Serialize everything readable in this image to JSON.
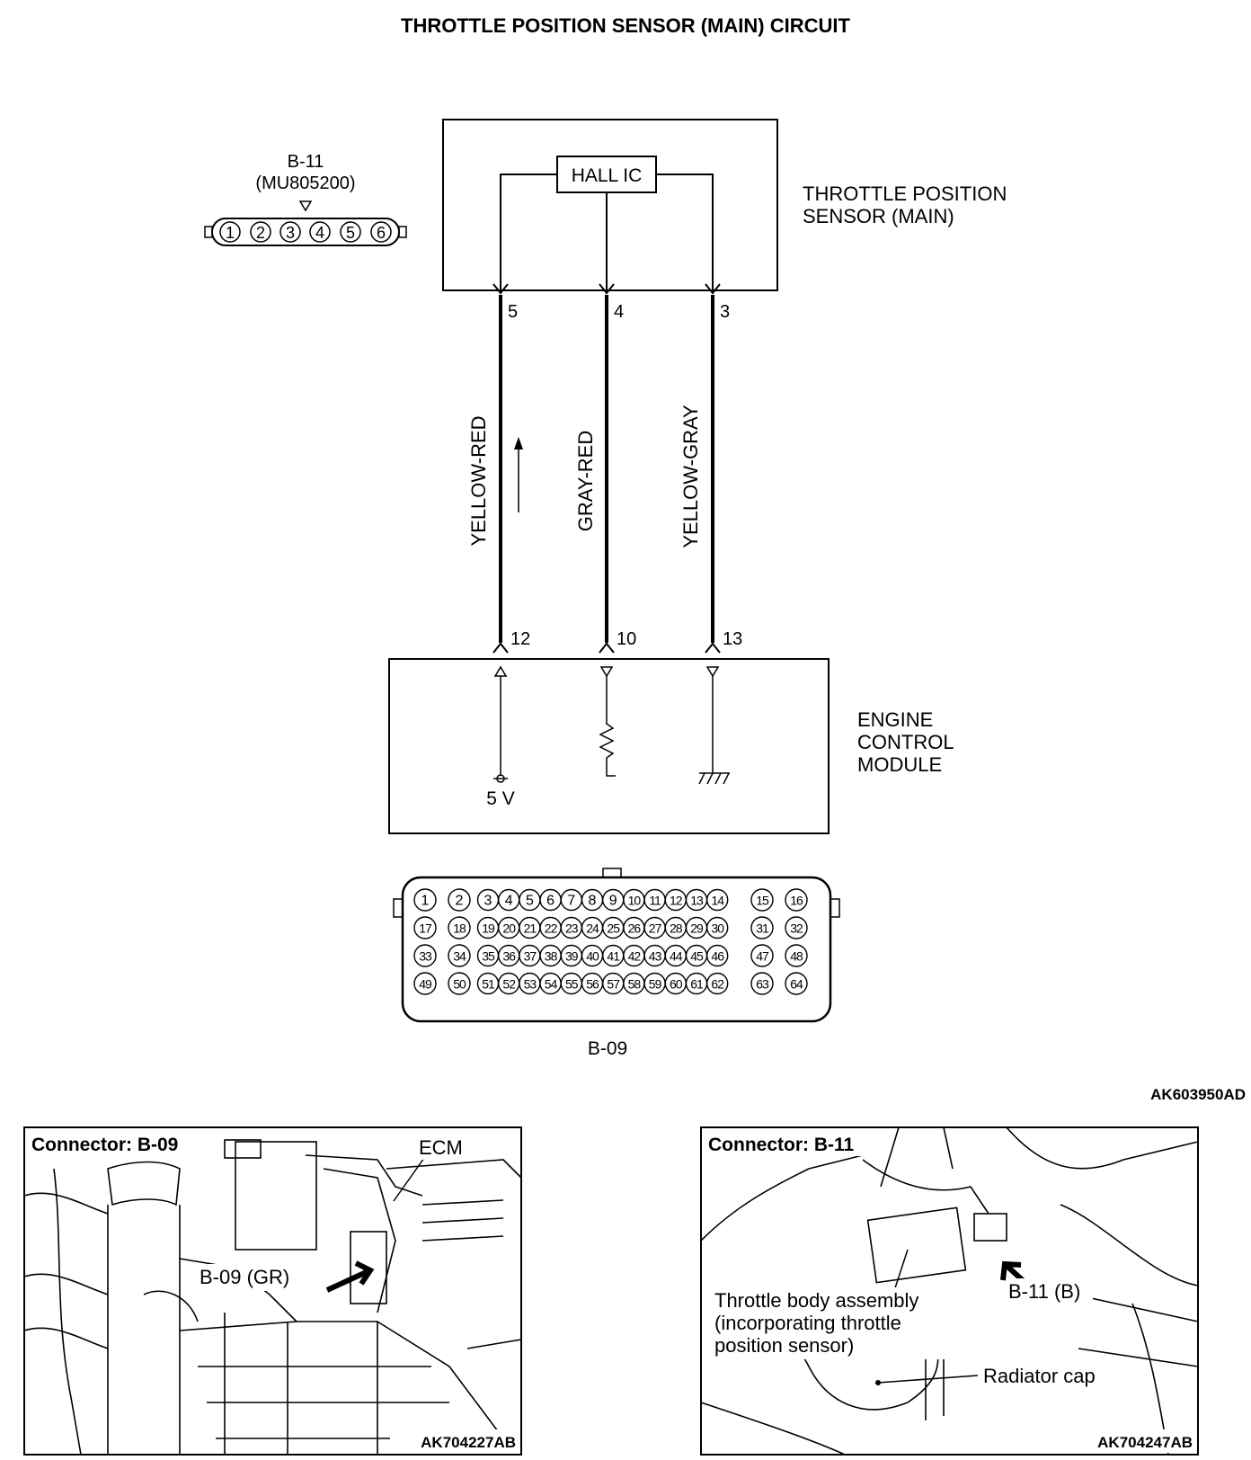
{
  "title": "THROTTLE POSITION SENSOR (MAIN) CIRCUIT",
  "b11_connector": {
    "id": "B-11",
    "part_number": "(MU805200)",
    "pins": [
      "1",
      "2",
      "3",
      "4",
      "5",
      "6"
    ]
  },
  "sensor": {
    "label_line1": "THROTTLE POSITION",
    "label_line2": "SENSOR (MAIN)",
    "chip": "HALL IC",
    "pins": [
      "5",
      "4",
      "3"
    ]
  },
  "wires": [
    {
      "color": "YELLOW-RED",
      "sensor_pin": "5",
      "ecm_pin": "12"
    },
    {
      "color": "GRAY-RED",
      "sensor_pin": "4",
      "ecm_pin": "10"
    },
    {
      "color": "YELLOW-GRAY",
      "sensor_pin": "3",
      "ecm_pin": "13"
    }
  ],
  "ecm": {
    "label_line1": "ENGINE",
    "label_line2": "CONTROL",
    "label_line3": "MODULE",
    "supply": "5 V",
    "pins": [
      "12",
      "10",
      "13"
    ]
  },
  "b09_connector": {
    "id": "B-09",
    "rows": [
      [
        "1",
        "2",
        "3",
        "4",
        "5",
        "6",
        "7",
        "8",
        "9",
        "10",
        "11",
        "12",
        "13",
        "14",
        "15",
        "16"
      ],
      [
        "17",
        "18",
        "19",
        "20",
        "21",
        "22",
        "23",
        "24",
        "25",
        "26",
        "27",
        "28",
        "29",
        "30",
        "31",
        "32"
      ],
      [
        "33",
        "34",
        "35",
        "36",
        "37",
        "38",
        "39",
        "40",
        "41",
        "42",
        "43",
        "44",
        "45",
        "46",
        "47",
        "48"
      ],
      [
        "49",
        "50",
        "51",
        "52",
        "53",
        "54",
        "55",
        "56",
        "57",
        "58",
        "59",
        "60",
        "61",
        "62",
        "63",
        "64"
      ]
    ]
  },
  "diagram_code": "AK603950AD",
  "photo_left": {
    "heading": "Connector: B-09",
    "label_ecm": "ECM",
    "label_connector": "B-09 (GR)",
    "code": "AK704227AB"
  },
  "photo_right": {
    "heading": "Connector: B-11",
    "label_assembly_1": "Throttle body assembly",
    "label_assembly_2": "(incorporating throttle",
    "label_assembly_3": "position sensor)",
    "label_connector": "B-11 (B)",
    "label_radiator": "Radiator cap",
    "code": "AK704247AB"
  }
}
